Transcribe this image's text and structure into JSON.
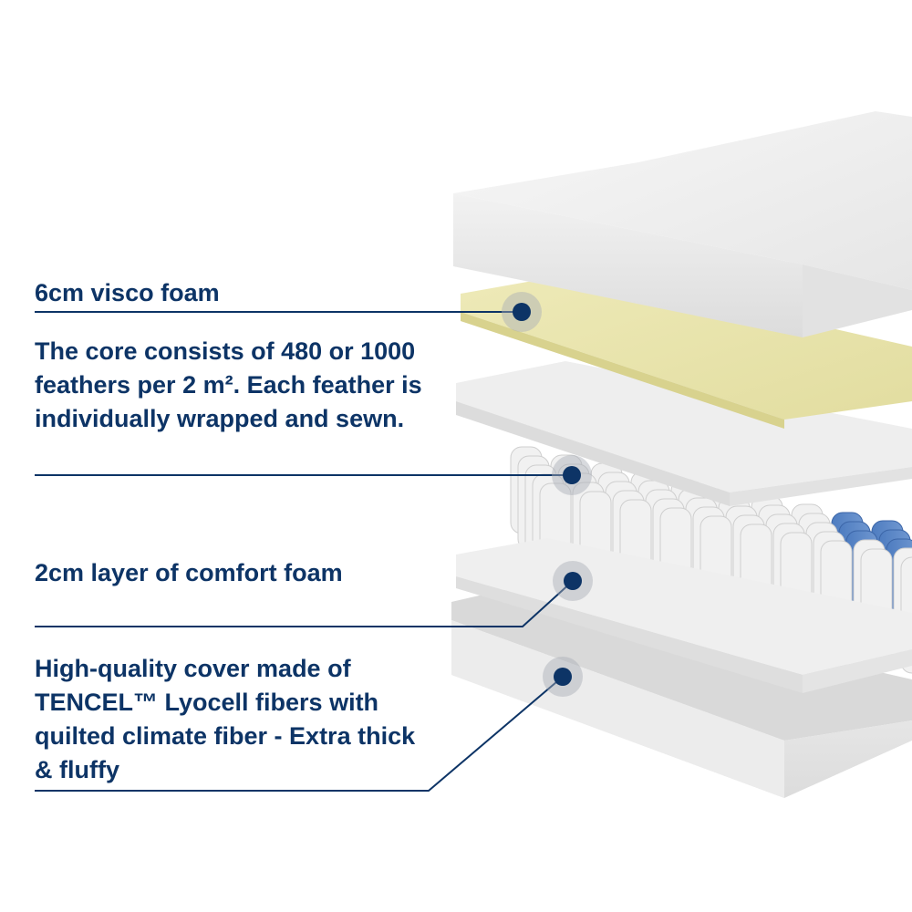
{
  "colors": {
    "text": "#0d3466",
    "callout": "#0d3466"
  },
  "layers": [
    {
      "id": "visco",
      "label": "6cm visco foam"
    },
    {
      "id": "core",
      "label": "The core consists of 480 or 1000 feathers per 2 m². Each feather is individually wrapped and sewn."
    },
    {
      "id": "comfort",
      "label": "2cm layer of comfort foam"
    },
    {
      "id": "cover",
      "label": "High-quality cover made of TENCEL™ Lyocell fibers with quilted climate fiber - Extra thick & fluffy"
    }
  ]
}
